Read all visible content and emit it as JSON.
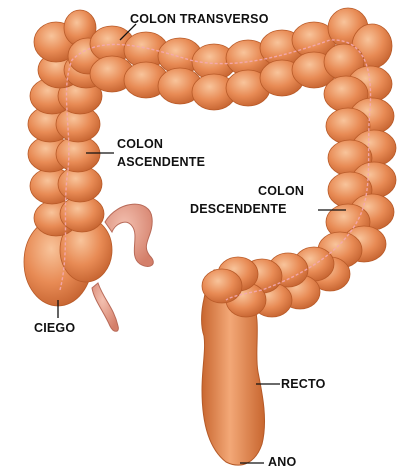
{
  "labels": {
    "transverse": "COLON TRANSVERSO",
    "ascending_line1": "COLON",
    "ascending_line2": "ASCENDENTE",
    "descending_line1": "COLON",
    "descending_line2": "DESCENDENTE",
    "cecum": "CIEGO",
    "rectum": "RECTO",
    "anus": "ANO"
  },
  "colors": {
    "colon_fill": "#e88b55",
    "colon_shadow": "#c56535",
    "colon_highlight": "#f6b78a",
    "small_intestine": "#e69a86",
    "vessel": "#f3a6b0",
    "leader_line": "#111111",
    "background": "#ffffff"
  }
}
